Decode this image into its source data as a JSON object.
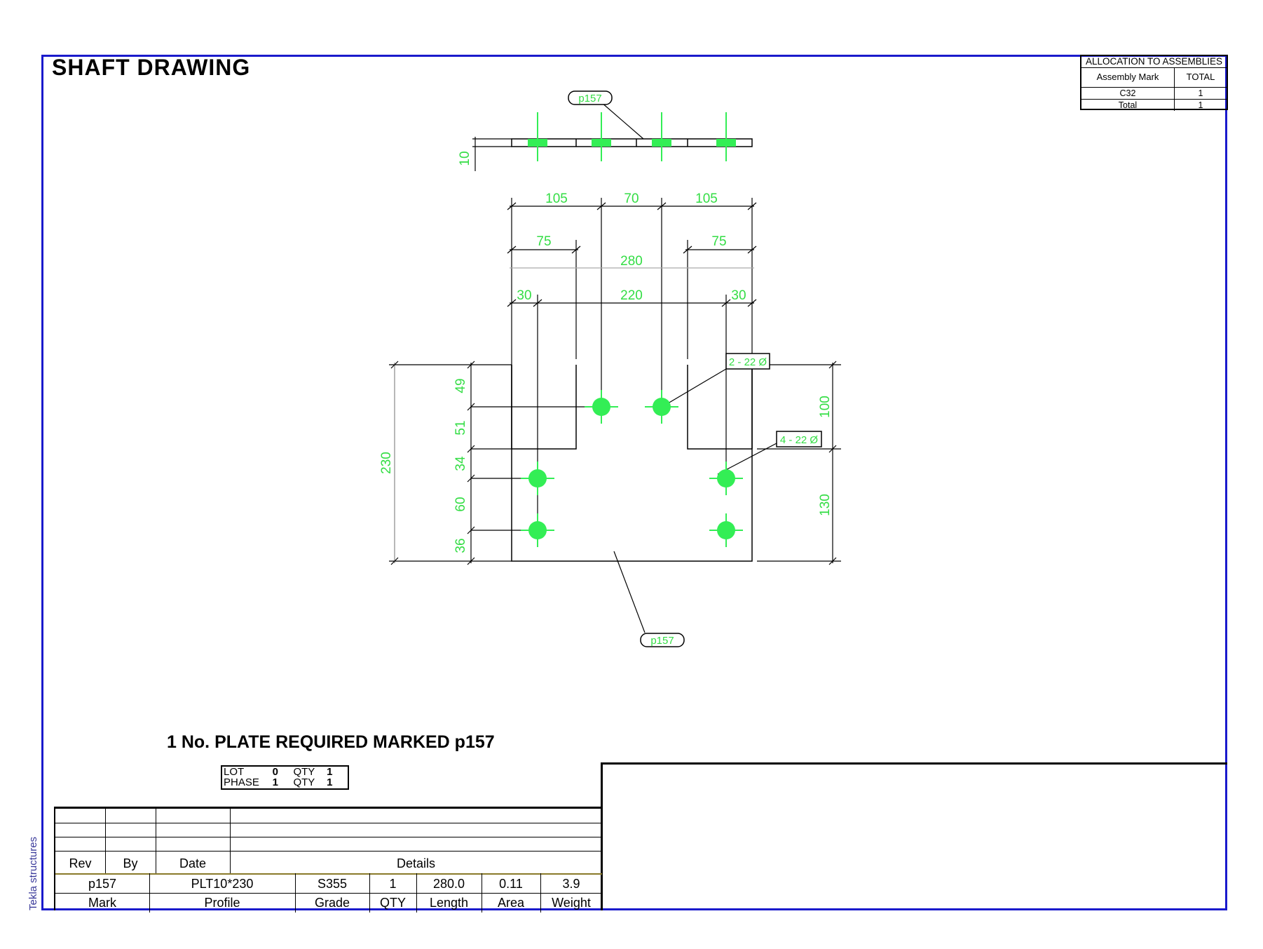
{
  "title": "SHAFT DRAWING",
  "allocation": {
    "header": "ALLOCATION TO ASSEMBLIES",
    "col_mark": "Assembly Mark",
    "col_total": "TOTAL",
    "rows": [
      {
        "mark": "C32",
        "total": "1"
      },
      {
        "mark": "Total",
        "total": "1"
      }
    ]
  },
  "drawing": {
    "part_mark_top": "p157",
    "part_mark_bottom": "p157",
    "thickness": "10",
    "dims_top_row1": [
      "105",
      "70",
      "105"
    ],
    "dims_top_row2": [
      "75",
      "75"
    ],
    "dim_overall_width": "280",
    "dims_top_row3": [
      "30",
      "220",
      "30"
    ],
    "dims_left": [
      "49",
      "51",
      "34",
      "60",
      "36"
    ],
    "dim_overall_height": "230",
    "dims_right": [
      "100",
      "130"
    ],
    "hole_label_upper": "2 - 22 Ø",
    "hole_label_lower": "4 - 22 Ø",
    "colors": {
      "line": "#000000",
      "dimension": "#33dd44",
      "hole": "#33ee55",
      "frame": "#1a1acc"
    }
  },
  "required_note": "1 No. PLATE REQUIRED MARKED p157",
  "lot": {
    "line1": {
      "key": "LOT",
      "value": "0",
      "qty_label": "QTY",
      "qty": "1"
    },
    "line2": {
      "key": "PHASE",
      "value": "1",
      "qty_label": "QTY",
      "qty": "1"
    }
  },
  "revision_headers": [
    "Rev",
    "By",
    "Date",
    "Details"
  ],
  "part_row": {
    "values": [
      "p157",
      "PLT10*230",
      "S355",
      "1",
      "280.0",
      "0.11",
      "3.9"
    ],
    "labels": [
      "Mark",
      "Profile",
      "Grade",
      "QTY",
      "Length",
      "Area",
      "Weight"
    ]
  },
  "software": "Tekla structures"
}
